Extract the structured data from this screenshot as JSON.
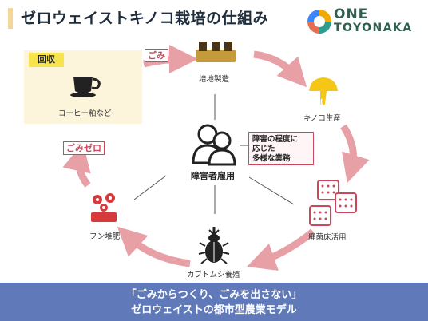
{
  "title": "ゼロウェイストキノコ栽培の仕組み",
  "brand": {
    "line1": "ONE",
    "line2": "TOYONAKA"
  },
  "collection": {
    "label": "回収",
    "item": "コーヒー粕など"
  },
  "tags": {
    "gomi": "ごみ",
    "zero": "ごみゼロ"
  },
  "nodes": {
    "substrate": "培地製造",
    "mushroom": "キノコ生産",
    "bed": "廃菌床活用",
    "beetle": "カブトムシ養殖",
    "compost": "フン堆肥",
    "center": "障害者雇用"
  },
  "support_note": [
    "障害の程度に",
    "応じた",
    "多様な業務"
  ],
  "footer": {
    "line1": "「ごみからつくり、ごみを出さない」",
    "line2": "ゼロウェイストの都市型農業モデル"
  },
  "colors": {
    "arrow": "#e8a0a7",
    "mushroom": "#f5c518",
    "flower": "#d63a3a",
    "brown": "#a17a3a",
    "footer": "#6079b8"
  }
}
